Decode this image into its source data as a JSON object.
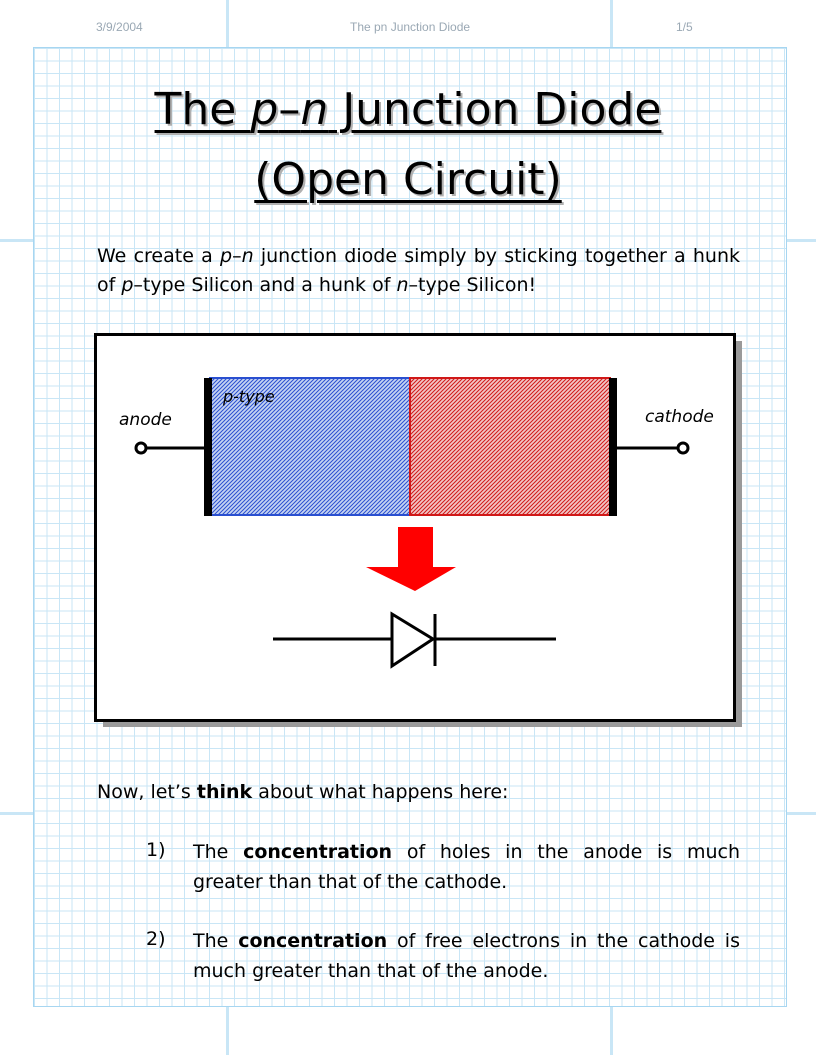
{
  "header": {
    "date": "3/9/2004",
    "doc_title": "The pn Junction Diode",
    "page": "1/5"
  },
  "title": {
    "line1_prefix": "The ",
    "line1_p": "p",
    "line1_dash": "–",
    "line1_n": "n",
    "line1_suffix": " Junction Diode",
    "line2": "(Open Circuit)"
  },
  "intro": {
    "t1": "We create a ",
    "p1": "p",
    "dash": "–",
    "n1": "n",
    "t2": " junction diode simply by sticking together a hunk of ",
    "p2": "p",
    "t3": "–type Silicon and a hunk of ",
    "n2": "n",
    "t4": "–type Silicon!"
  },
  "figure": {
    "label_anode": "anode",
    "label_cathode": "cathode",
    "label_ptype": "p-type",
    "p_color": "#2a4fd0",
    "n_color": "#d01818",
    "arrow_color": "#ff0000"
  },
  "prompt": {
    "t1": "Now, let’s ",
    "bold": "think",
    "t2": " about what happens here:"
  },
  "list": [
    {
      "num": "1)",
      "t1": "The ",
      "bold": "concentration",
      "t2": " of holes in the anode is much greater than that of the cathode."
    },
    {
      "num": "2)",
      "t1": "The ",
      "bold": "concentration",
      "t2": " of free electrons in the cathode is much greater than that of the anode."
    }
  ]
}
